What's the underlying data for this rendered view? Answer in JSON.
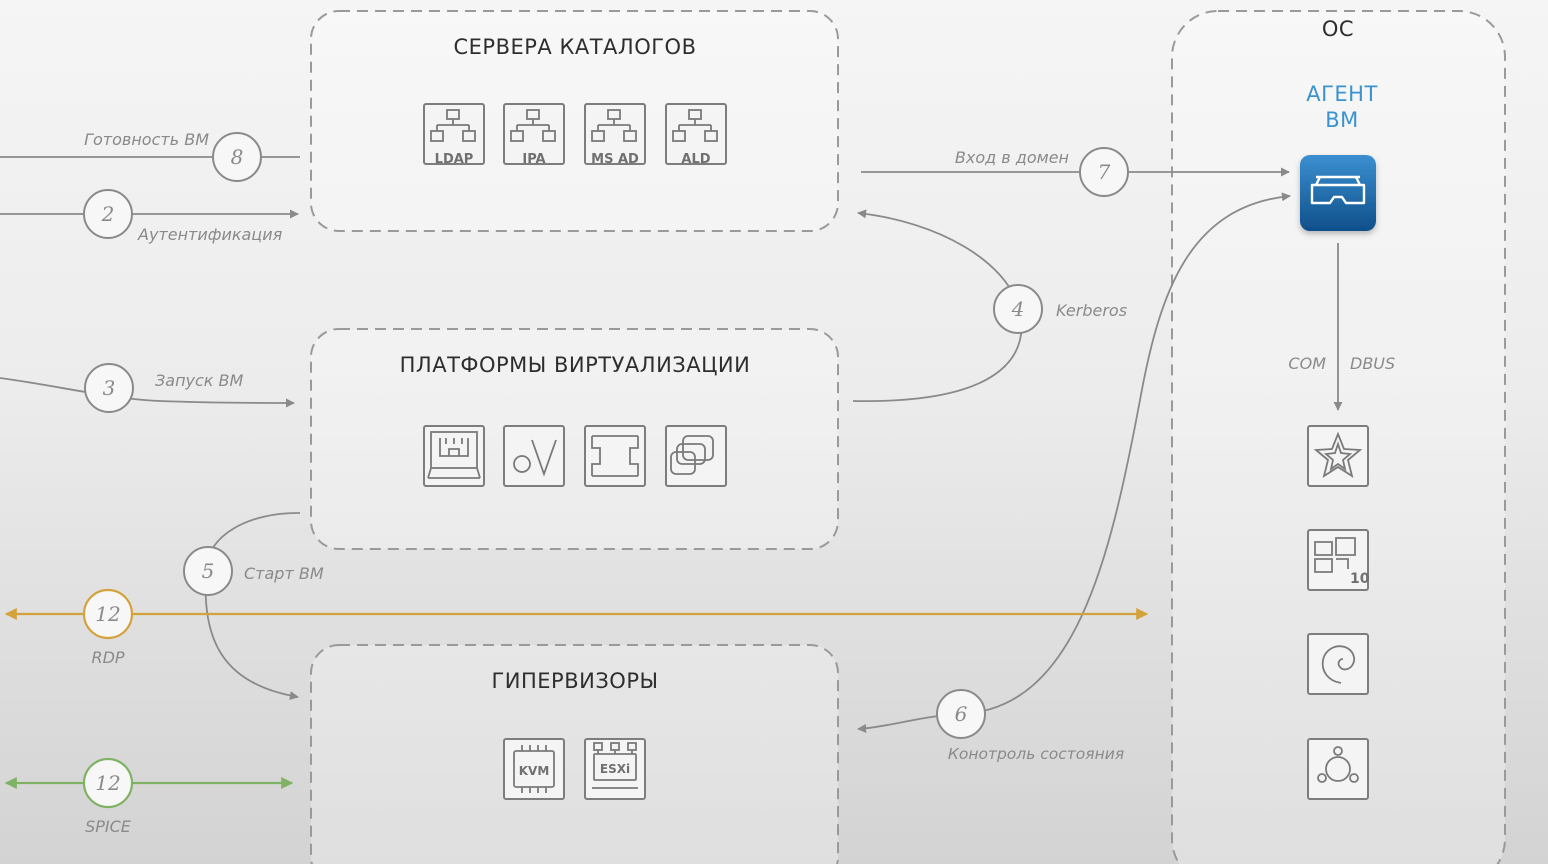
{
  "groups": {
    "catalog_servers": {
      "title": "СЕРВЕРА КАТАЛОГОВ",
      "icons": [
        "LDAP",
        "IPA",
        "MS AD",
        "ALD"
      ]
    },
    "virtualization_platforms": {
      "title": "ПЛАТФОРМЫ ВИРТУАЛИЗАЦИИ",
      "icon_names": [
        "castle-monitor-icon",
        "ovirt-icon",
        "bracket-frame-icon",
        "vmware-icon"
      ]
    },
    "hypervisors": {
      "title": "ГИПЕРВИЗОРЫ",
      "icons": [
        "KVM",
        "ESXi"
      ]
    },
    "os": {
      "title": "ОС",
      "agent_line1": "АГЕНТ",
      "agent_line2": "ВМ",
      "agent_icon": "vr-glasses-icon",
      "interface_labels": [
        "COM",
        "DBUS"
      ],
      "os_icon_names": [
        "astra-star-icon",
        "windows-10-icon",
        "debian-swirl-icon",
        "ubuntu-circle-icon"
      ],
      "windows_version": "10"
    }
  },
  "flows": [
    {
      "number": "8",
      "label": "Готовность ВМ"
    },
    {
      "number": "2",
      "label": "Аутентификация"
    },
    {
      "number": "3",
      "label": "Запуск ВМ"
    },
    {
      "number": "4",
      "label": "Kerberos"
    },
    {
      "number": "5",
      "label": "Старт ВМ"
    },
    {
      "number": "6",
      "label": "Конотроль состояния"
    },
    {
      "number": "7",
      "label": "Вход в домен"
    },
    {
      "number": "12",
      "label": "RDP",
      "color": "#d4a23a"
    },
    {
      "number": "12",
      "label": "SPICE",
      "color": "#7fb264"
    }
  ]
}
